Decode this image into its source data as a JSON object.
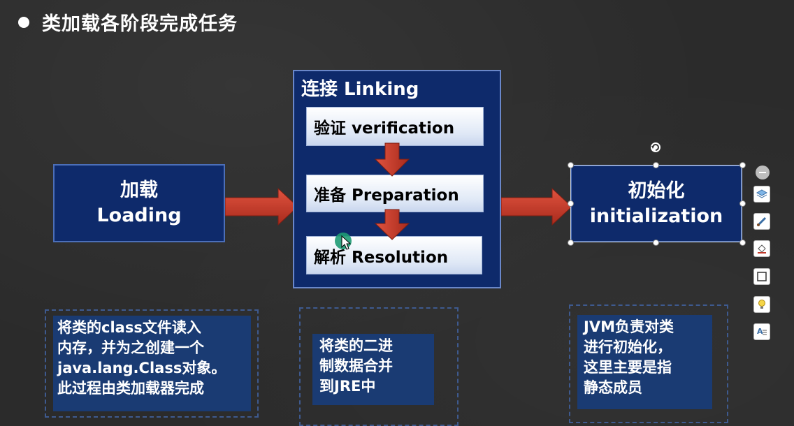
{
  "slide": {
    "title": "类加载各阶段完成任务"
  },
  "loading": {
    "line1": "加载",
    "line2": "Loading"
  },
  "linking": {
    "title": "连接 Linking",
    "steps": [
      {
        "label": "验证 verification"
      },
      {
        "label": "准备 Preparation"
      },
      {
        "label": "解析 Resolution"
      }
    ]
  },
  "initialization": {
    "line1": "初始化",
    "line2": "initialization"
  },
  "notes": {
    "loading": [
      "将类的class文件读入",
      "内存，并为之创建一个",
      "java.lang.Class对象。",
      "此过程由类加载器完成"
    ],
    "linking": [
      "将类的二进",
      "制数据合并",
      "到JRE中"
    ],
    "initialization": [
      "JVM负责对类",
      "进行初始化，",
      "这里主要是指",
      "静态成员"
    ]
  },
  "colors": {
    "box_fill": "#0e2a6b",
    "arrow": "#c0392b",
    "note_fill": "#1a3b73"
  },
  "toolbar": {
    "icons": [
      "collapse-icon",
      "layers-icon",
      "brush-icon",
      "fill-icon",
      "outline-icon",
      "lightbulb-icon",
      "text-style-icon"
    ]
  }
}
